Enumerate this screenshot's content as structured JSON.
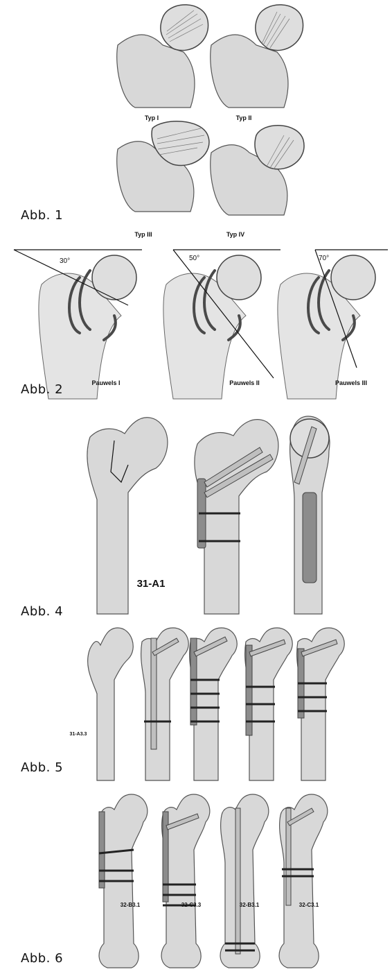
{
  "fig1": {
    "label": "Abb. 1",
    "captions": [
      "Typ I",
      "Typ II",
      "Typ III",
      "Typ IV"
    ]
  },
  "fig2": {
    "label": "Abb. 2",
    "captions": [
      "Pauwels I",
      "Pauwels II",
      "Pauwels III"
    ],
    "angles": [
      "30°",
      "50°",
      "70°"
    ],
    "angle_values": [
      30,
      50,
      70
    ]
  },
  "fig4": {
    "label": "Abb. 4",
    "caption": "31-A1"
  },
  "fig5": {
    "label": "Abb. 5",
    "caption": "31-A3.3"
  },
  "fig6": {
    "label": "Abb. 6",
    "captions": [
      "32-B3.1",
      "32-C3.3",
      "32-B3.1",
      "32-C3.1"
    ]
  }
}
